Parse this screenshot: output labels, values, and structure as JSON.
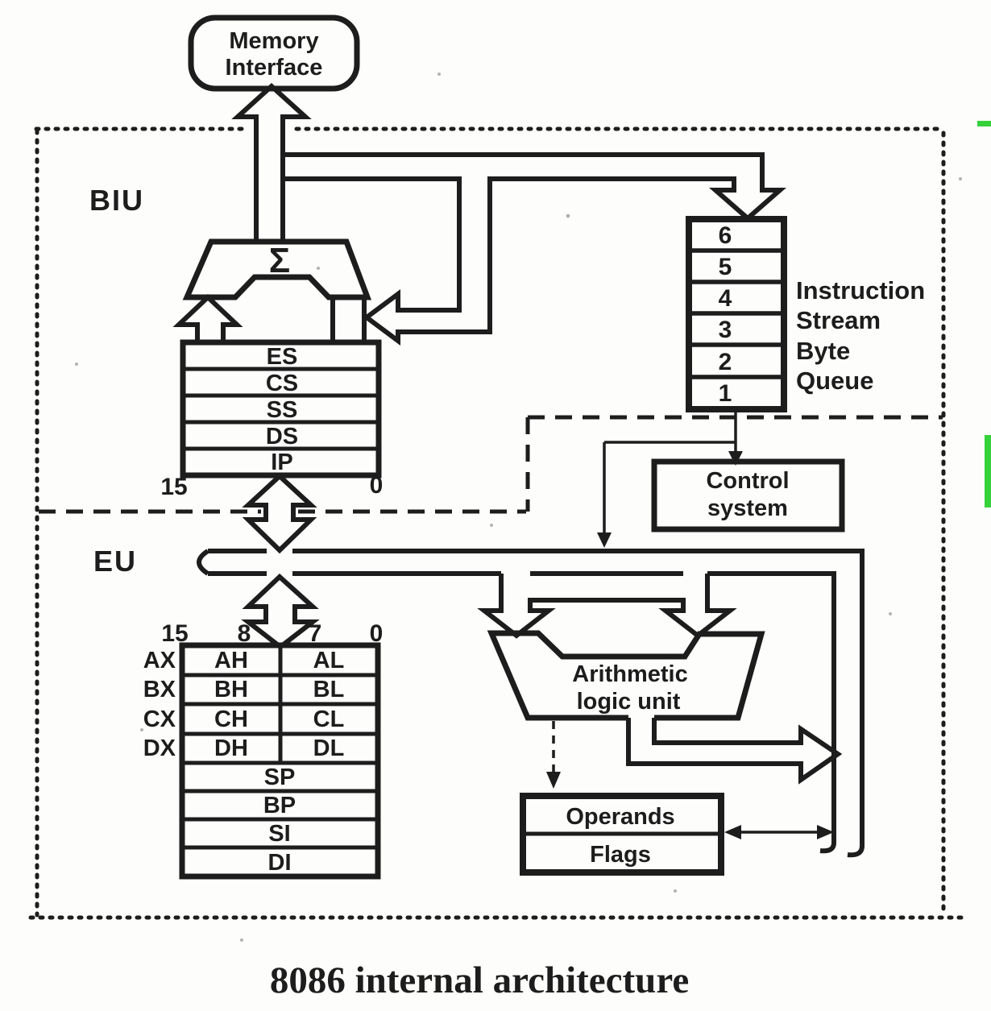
{
  "diagram": {
    "caption": "8086 internal architecture",
    "memory_interface": {
      "line1": "Memory",
      "line2": "Interface"
    },
    "biu": {
      "label": "BIU",
      "adder_symbol": "Σ",
      "segment_registers": [
        "ES",
        "CS",
        "SS",
        "DS",
        "IP"
      ],
      "bit_high": "15",
      "bit_low": "0",
      "queue": {
        "cells": [
          "6",
          "5",
          "4",
          "3",
          "2",
          "1"
        ],
        "label_lines": [
          "Instruction",
          "Stream",
          "Byte",
          "Queue"
        ]
      },
      "control_system": {
        "line1": "Control",
        "line2": "system"
      }
    },
    "eu": {
      "label": "EU",
      "bit_labels": [
        "15",
        "8",
        "7",
        "0"
      ],
      "general_registers": [
        {
          "name": "AX",
          "high": "AH",
          "low": "AL"
        },
        {
          "name": "BX",
          "high": "BH",
          "low": "BL"
        },
        {
          "name": "CX",
          "high": "CH",
          "low": "CL"
        },
        {
          "name": "DX",
          "high": "DH",
          "low": "DL"
        }
      ],
      "pointer_index_registers": [
        "SP",
        "BP",
        "SI",
        "DI"
      ],
      "alu": {
        "line1": "Arithmetic",
        "line2": "logic unit"
      },
      "operands_flags": {
        "row1": "Operands",
        "row2": "Flags"
      }
    },
    "colors": {
      "ink": "#1d1d1d",
      "paper": "#fdfdfb",
      "highlight_green": "#35d23a"
    }
  }
}
